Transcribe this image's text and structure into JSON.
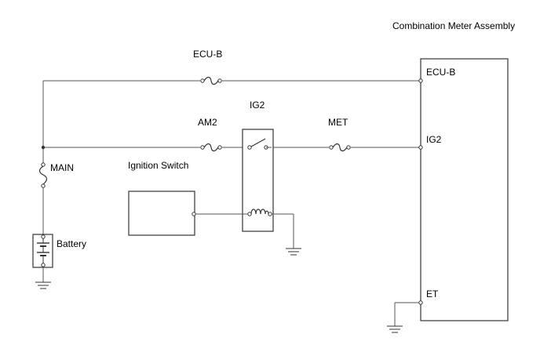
{
  "diagram": {
    "labels": {
      "combination_meter": "Combination Meter Assembly",
      "ecub_fuse": "ECU-B",
      "am2_fuse": "AM2",
      "ig2_relay": "IG2",
      "met_fuse": "MET",
      "main_fuse": "MAIN",
      "ignition_switch": "Ignition Switch",
      "battery": "Battery",
      "pin_ecub": "ECU-B",
      "pin_ig2": "IG2",
      "pin_et": "ET"
    }
  }
}
